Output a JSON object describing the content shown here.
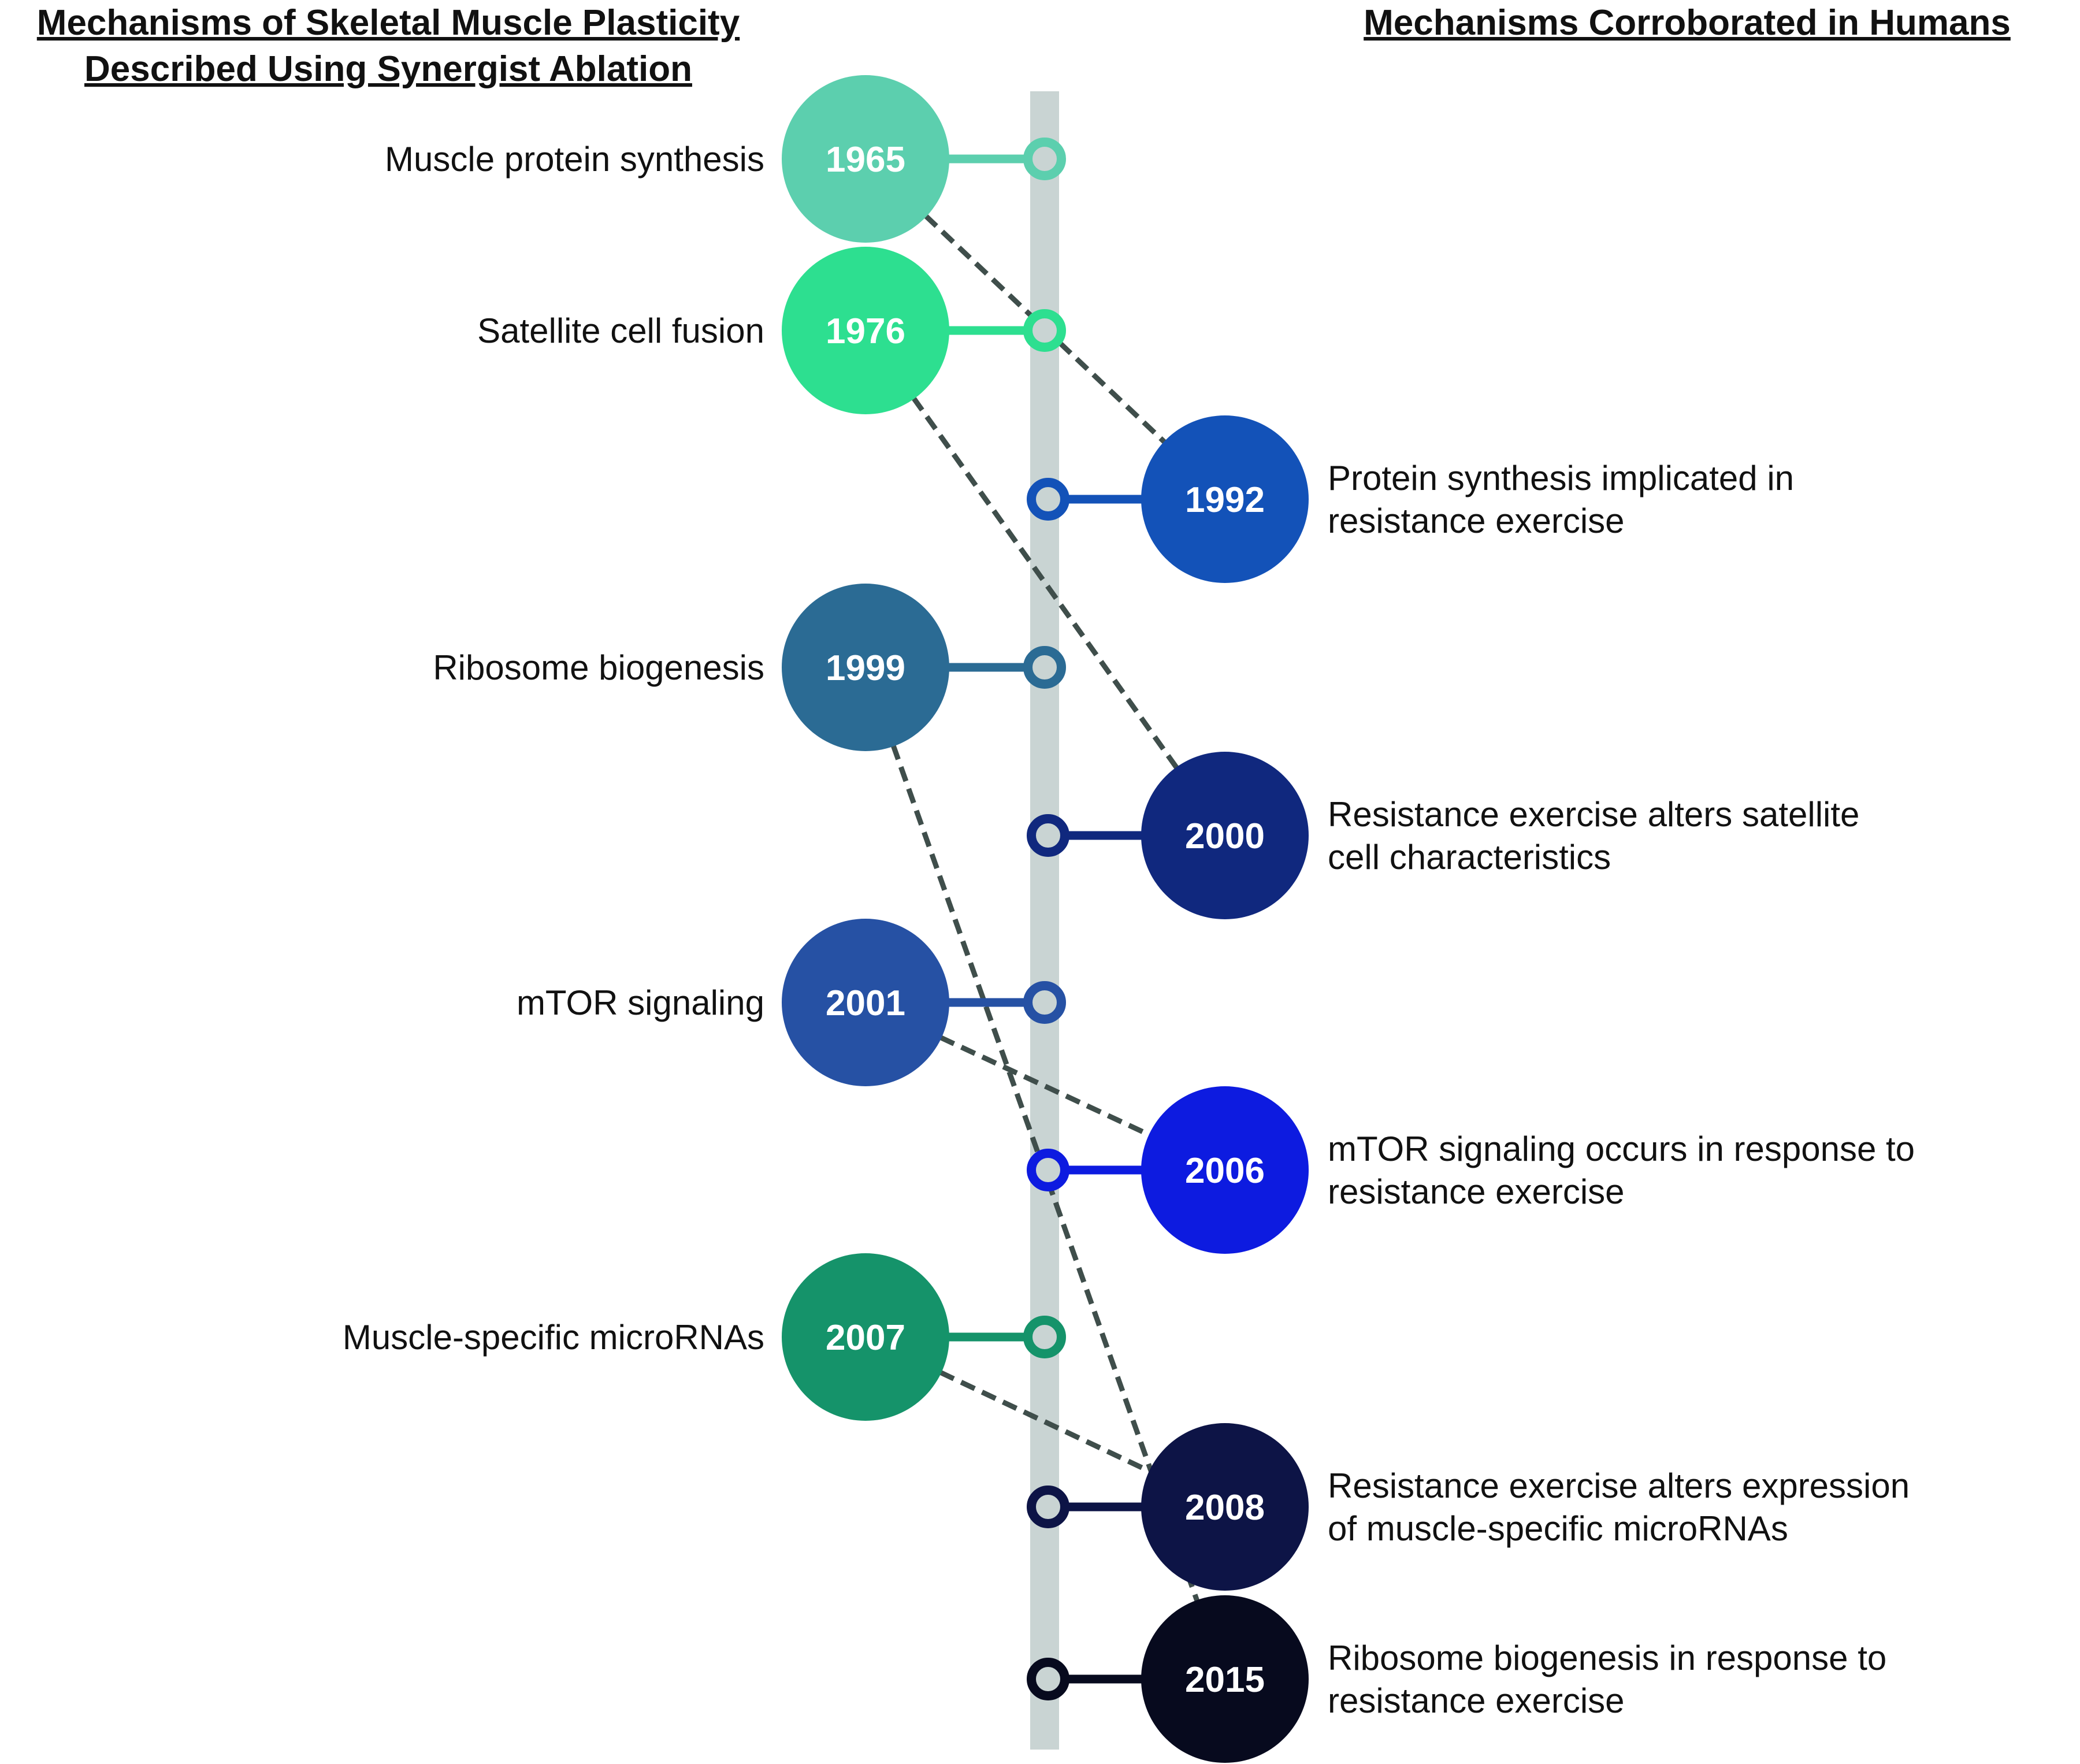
{
  "headers": {
    "left_line1": "Mechanisms of Skeletal Muscle Plasticity",
    "left_line2": "Described Using Synergist Ablation",
    "right": "Mechanisms Corroborated in Humans"
  },
  "left_events": [
    {
      "year": "1965",
      "label": "Muscle protein synthesis",
      "color": "#5ccfae"
    },
    {
      "year": "1976",
      "label": "Satellite cell fusion",
      "color": "#2ddf90"
    },
    {
      "year": "1999",
      "label": "Ribosome biogenesis",
      "color": "#2b6b94"
    },
    {
      "year": "2001",
      "label": "mTOR signaling",
      "color": "#2651a4"
    },
    {
      "year": "2007",
      "label": "Muscle-specific microRNAs",
      "color": "#15936a"
    }
  ],
  "right_events": [
    {
      "year": "1992",
      "label_line1": "Protein synthesis implicated in",
      "label_line2": "resistance exercise",
      "color": "#1352b8"
    },
    {
      "year": "2000",
      "label_line1": "Resistance exercise alters satellite",
      "label_line2": "cell characteristics",
      "color": "#10287e"
    },
    {
      "year": "2006",
      "label_line1": "mTOR signaling occurs in response to",
      "label_line2": "resistance exercise",
      "color": "#0d1be0"
    },
    {
      "year": "2008",
      "label_line1": "Resistance exercise alters expression",
      "label_line2": "of muscle-specific microRNAs",
      "color": "#0d1446"
    },
    {
      "year": "2015",
      "label_line1": "Ribosome biogenesis in response to",
      "label_line2": "resistance exercise",
      "color": "#070a1e"
    }
  ],
  "links": [
    {
      "from": "1965",
      "to": "1992"
    },
    {
      "from": "1976",
      "to": "2000"
    },
    {
      "from": "1999",
      "to": "2015"
    },
    {
      "from": "2001",
      "to": "2006"
    },
    {
      "from": "2007",
      "to": "2008"
    }
  ],
  "style": {
    "axis_color": "#c9d4d3",
    "link_color": "#3f4e4b"
  }
}
